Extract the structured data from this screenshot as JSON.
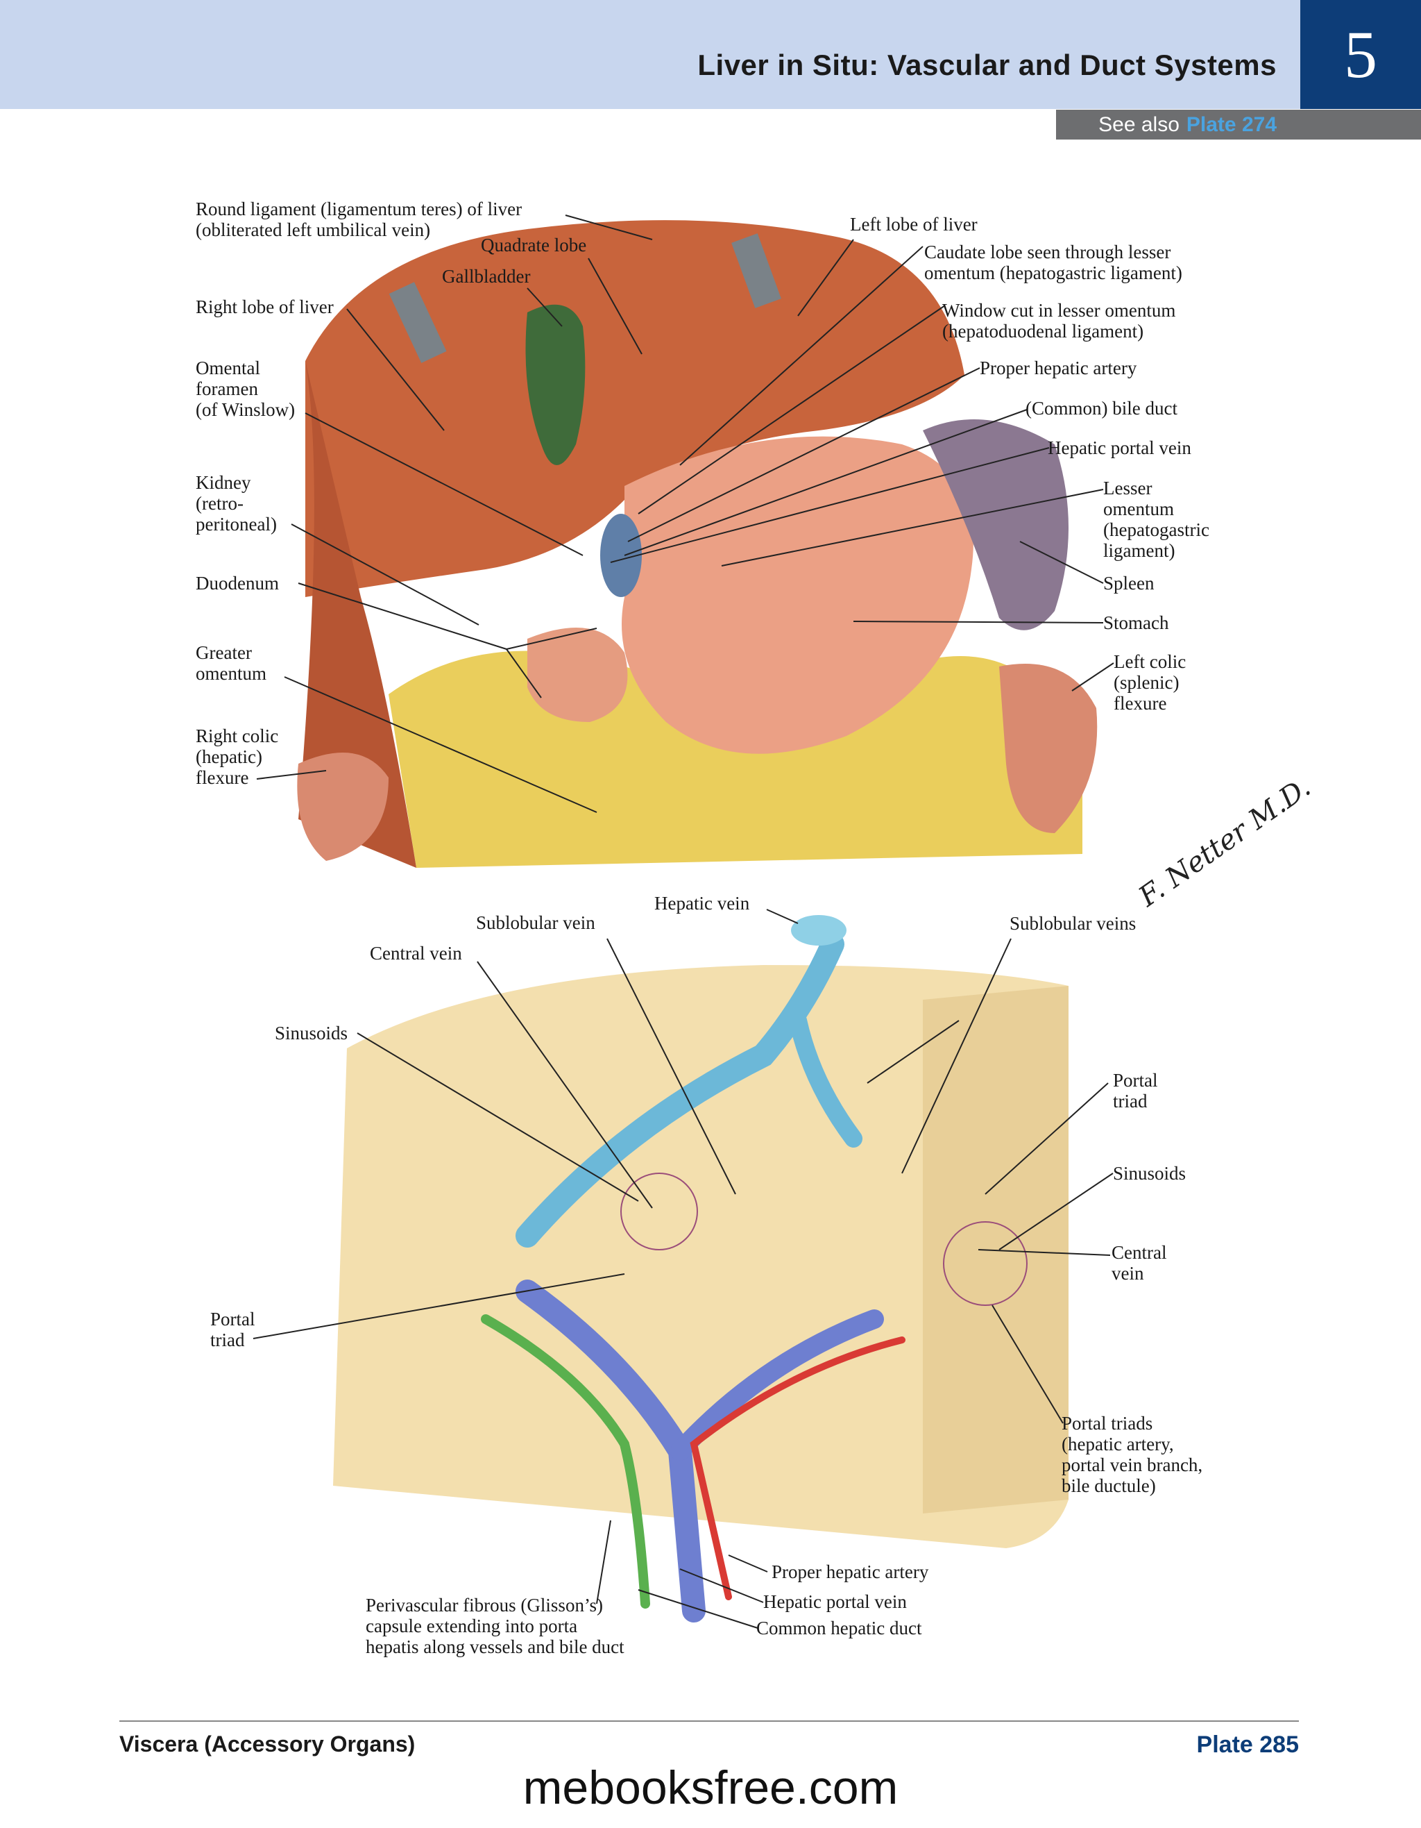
{
  "header": {
    "title": "Liver in Situ: Vascular and Duct Systems",
    "chapter": "5",
    "see_also_text": "See also",
    "see_also_plate": "Plate 274"
  },
  "top_figure": {
    "labels": {
      "round_ligament": "Round ligament (ligamentum teres) of liver\n(obliterated left umbilical vein)",
      "quadrate_lobe": "Quadrate lobe",
      "gallbladder": "Gallbladder",
      "right_lobe": "Right lobe of liver",
      "omental_foramen": "Omental\nforamen\n(of Winslow)",
      "kidney": "Kidney\n(retro-\nperitoneal)",
      "duodenum": "Duodenum",
      "greater_omentum": "Greater\nomentum",
      "right_colic": "Right colic\n(hepatic)\nflexure",
      "left_lobe": "Left lobe of liver",
      "caudate_lobe": "Caudate lobe seen through lesser\nomentum (hepatogastric ligament)",
      "window_cut": "Window cut in lesser omentum\n(hepatoduodenal ligament)",
      "proper_hepatic_artery": "Proper hepatic artery",
      "common_bile_duct": "(Common) bile duct",
      "hepatic_portal_vein": "Hepatic portal vein",
      "lesser_omentum": "Lesser\nomentum\n(hepatogastric\nligament)",
      "spleen": "Spleen",
      "stomach": "Stomach",
      "left_colic": "Left colic\n(splenic)\nflexure"
    }
  },
  "bottom_figure": {
    "labels": {
      "hepatic_vein": "Hepatic vein",
      "sublobular_vein": "Sublobular vein",
      "sublobular_veins": "Sublobular veins",
      "central_vein_left": "Central vein",
      "sinusoids_left": "Sinusoids",
      "portal_triad_right": "Portal\ntriad",
      "sinusoids_right": "Sinusoids",
      "central_vein_right": "Central\nvein",
      "portal_triad_left": "Portal\ntriad",
      "portal_triads": "Portal triads\n(hepatic artery,\nportal vein branch,\nbile ductule)",
      "proper_hepatic_artery": "Proper hepatic artery",
      "hepatic_portal_vein": "Hepatic portal vein",
      "common_hepatic_duct": "Common hepatic duct",
      "glisson_capsule": "Perivascular fibrous (Glisson’s)\ncapsule extending into porta\nhepatis along vessels and bile duct"
    }
  },
  "footer": {
    "section": "Viscera (Accessory Organs)",
    "plate": "Plate 285"
  },
  "watermark": "mebooksfree.com",
  "signature": "F. Netter M.D.",
  "colors": {
    "header_band": "#c8d6ee",
    "chapter_box": "#0d3d78",
    "see_also_bar": "#6d6e70",
    "plate_accent": "#4aa3e0"
  }
}
